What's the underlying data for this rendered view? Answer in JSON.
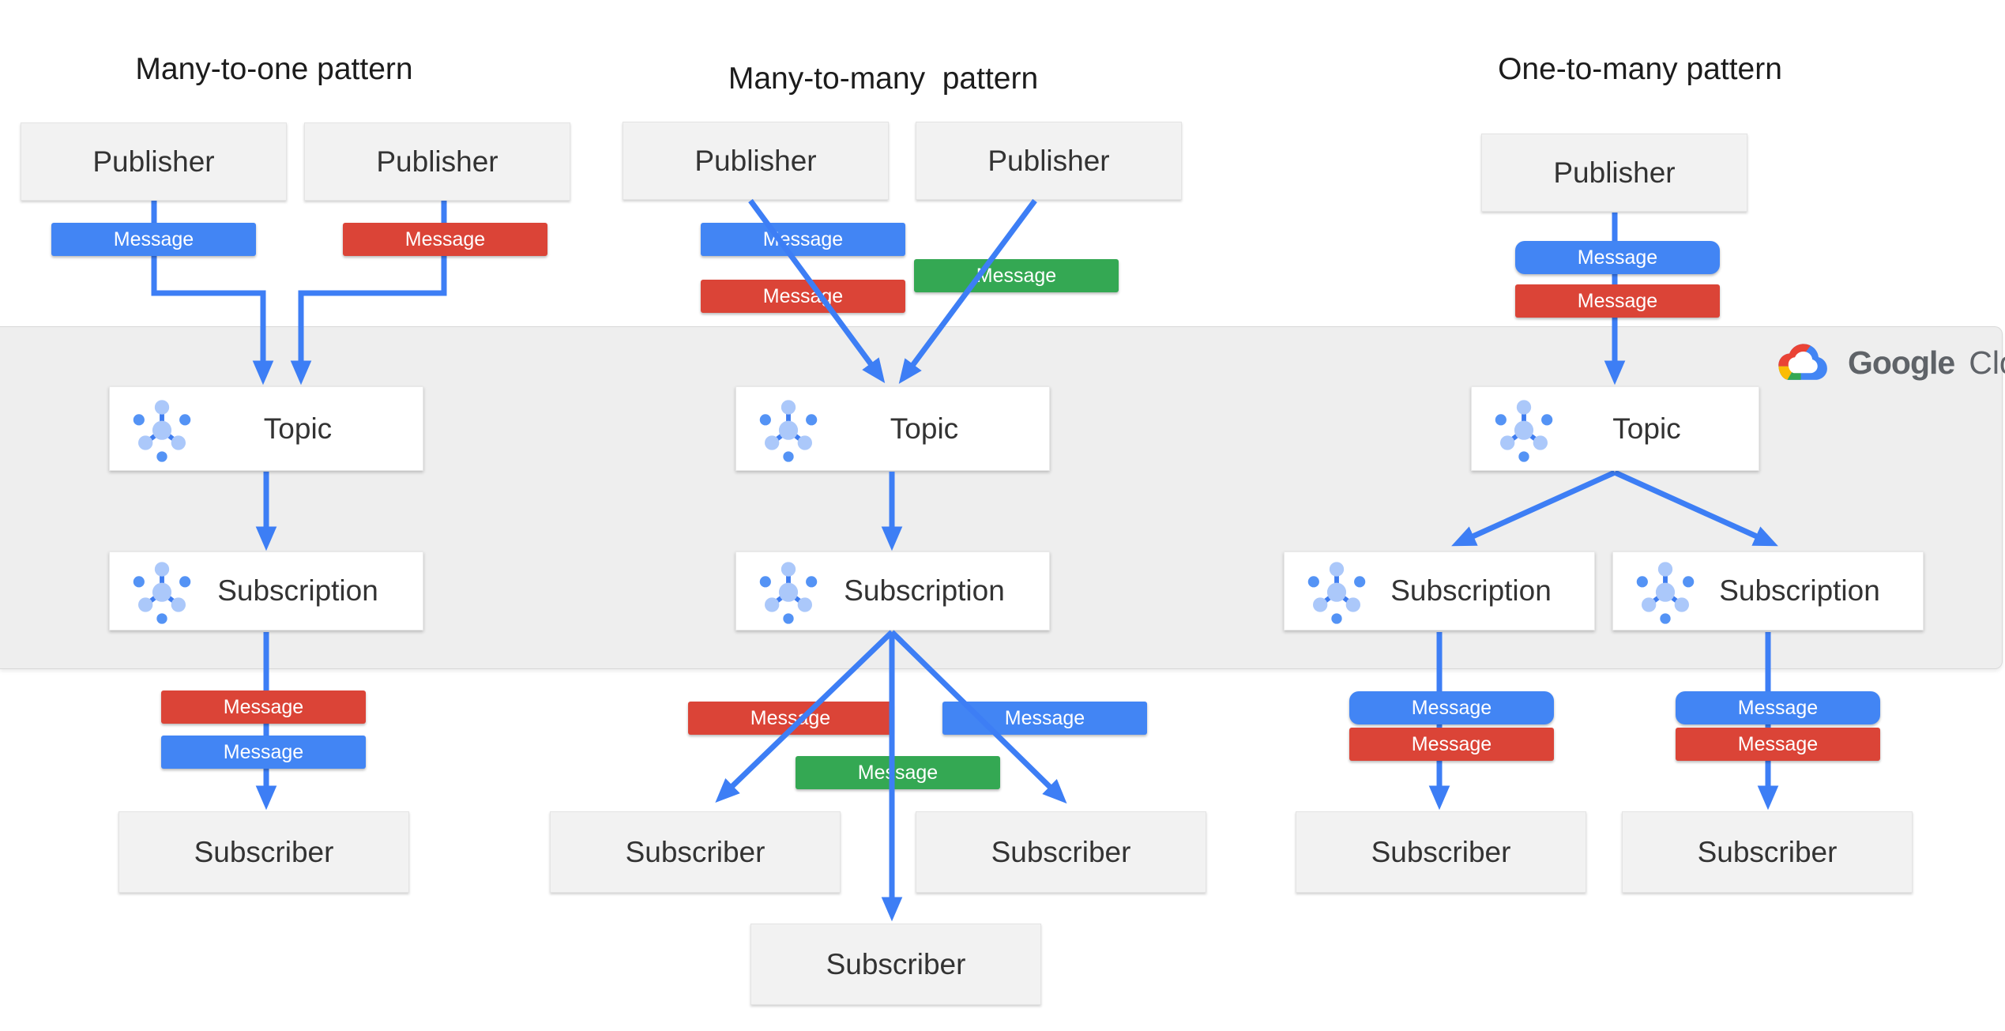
{
  "patterns": [
    {
      "title": "Many-to-one pattern",
      "publishers": [
        {
          "label": "Publisher"
        },
        {
          "label": "Publisher"
        }
      ],
      "publisher_messages": [
        {
          "label": "Message",
          "color": "blue"
        },
        {
          "label": "Message",
          "color": "red"
        }
      ],
      "topic": {
        "label": "Topic"
      },
      "subscriptions": [
        {
          "label": "Subscription"
        }
      ],
      "delivery_messages": [
        {
          "label": "Message",
          "color": "red"
        },
        {
          "label": "Message",
          "color": "blue"
        }
      ],
      "subscribers": [
        {
          "label": "Subscriber"
        }
      ]
    },
    {
      "title": "Many-to-many  pattern",
      "publishers": [
        {
          "label": "Publisher"
        },
        {
          "label": "Publisher"
        }
      ],
      "publisher_messages": [
        {
          "label": "Message",
          "color": "blue"
        },
        {
          "label": "Message",
          "color": "red"
        },
        {
          "label": "Message",
          "color": "green"
        }
      ],
      "topic": {
        "label": "Topic"
      },
      "subscriptions": [
        {
          "label": "Subscription"
        }
      ],
      "delivery_messages": [
        {
          "label": "Message",
          "color": "red"
        },
        {
          "label": "Message",
          "color": "blue"
        },
        {
          "label": "Message",
          "color": "green"
        }
      ],
      "subscribers": [
        {
          "label": "Subscriber"
        },
        {
          "label": "Subscriber"
        },
        {
          "label": "Subscriber"
        }
      ]
    },
    {
      "title": "One-to-many pattern",
      "publishers": [
        {
          "label": "Publisher"
        }
      ],
      "publisher_messages": [
        {
          "label": "Message",
          "color": "blue"
        },
        {
          "label": "Message",
          "color": "red"
        }
      ],
      "topic": {
        "label": "Topic"
      },
      "subscriptions": [
        {
          "label": "Subscription"
        },
        {
          "label": "Subscription"
        }
      ],
      "delivery_messages": [
        {
          "label": "Message",
          "color": "blue"
        },
        {
          "label": "Message",
          "color": "red"
        },
        {
          "label": "Message",
          "color": "blue"
        },
        {
          "label": "Message",
          "color": "red"
        }
      ],
      "subscribers": [
        {
          "label": "Subscriber"
        },
        {
          "label": "Subscriber"
        }
      ]
    }
  ],
  "logo": {
    "google": "Google",
    "cloud": "Cloud"
  },
  "colors": {
    "message_blue": "#4285f4",
    "message_red": "#db4437",
    "message_green": "#34a853",
    "connector_blue": "#3d7ef5",
    "band_gray": "#eeeeee",
    "node_gray": "#f2f2f2",
    "node_white": "#ffffff",
    "logo_text_gray": "#5f6368",
    "logo_red": "#ea4335",
    "logo_yellow": "#fbbc05",
    "logo_green": "#34a853",
    "logo_blue": "#4285f4"
  }
}
